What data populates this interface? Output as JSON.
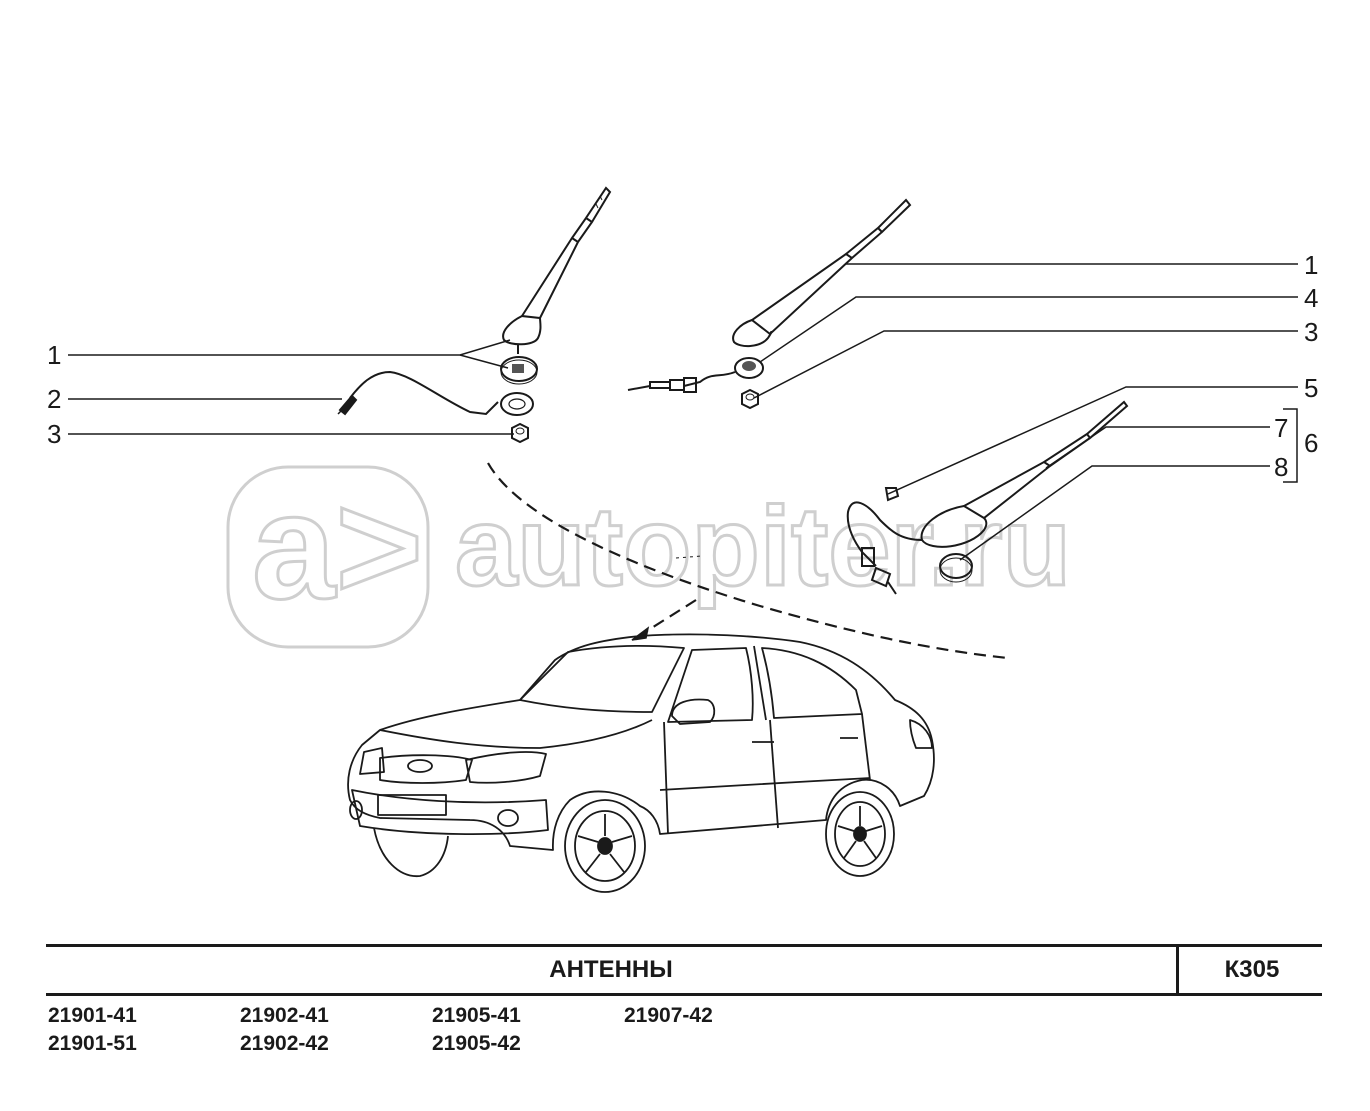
{
  "watermark": {
    "logo_glyph": "a>",
    "site": "autopiter.ru"
  },
  "callouts": {
    "left": [
      "1",
      "2",
      "3"
    ],
    "right": [
      "1",
      "4",
      "3",
      "5",
      "7",
      "8",
      "6"
    ]
  },
  "title": "АНТЕННЫ",
  "page_code": "К305",
  "models": [
    [
      "21901-41",
      "21901-51"
    ],
    [
      "21902-41",
      "21902-42"
    ],
    [
      "21905-41",
      "21905-42"
    ],
    [
      "21907-42"
    ]
  ]
}
